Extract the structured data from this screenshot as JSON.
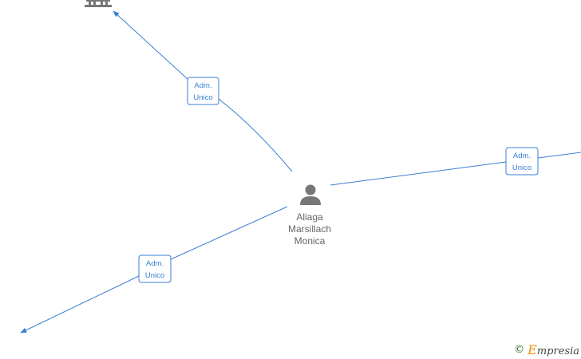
{
  "graph": {
    "center": {
      "name_lines": [
        "Aliaga",
        "Marsillach",
        "Monica"
      ],
      "icon": "person-icon"
    },
    "edges": [
      {
        "id": "top",
        "label_lines": [
          "Adm.",
          "Unico"
        ],
        "target_icon": "building-icon"
      },
      {
        "id": "right",
        "label_lines": [
          "Adm.",
          "Unico"
        ]
      },
      {
        "id": "bottom-left",
        "label_lines": [
          "Adm.",
          "Unico"
        ]
      }
    ]
  },
  "watermark": {
    "copyright_symbol": "©",
    "brand_initial": "E",
    "brand_rest": "mpresia"
  },
  "colors": {
    "edge": "#3a7fd5",
    "node_text": "#666666",
    "icon": "#777777"
  }
}
